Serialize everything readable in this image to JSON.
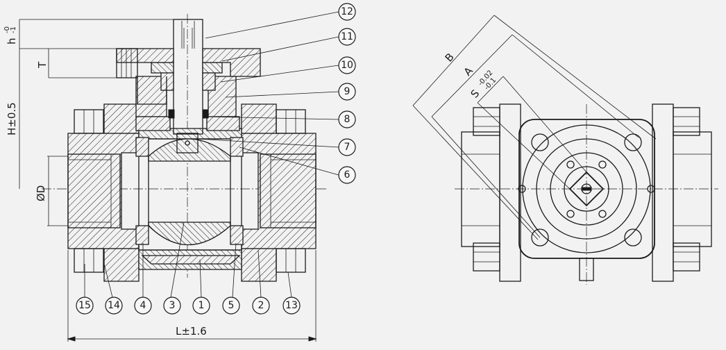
{
  "balloons_right": [
    "12",
    "11",
    "10",
    "9",
    "8",
    "7",
    "6"
  ],
  "balloons_bottom": [
    "15",
    "14",
    "4",
    "3",
    "1",
    "5",
    "2",
    "13"
  ],
  "dimensions": {
    "h": "h",
    "h_tol_upper": "-0",
    "h_tol_lower": "-1",
    "T": "T",
    "H": "H±0.5",
    "D": "ØD",
    "L": "L±1.6",
    "A": "A",
    "B": "B",
    "S": "S",
    "S_tol_upper": "-0.02",
    "S_tol_lower": "-0.1"
  }
}
